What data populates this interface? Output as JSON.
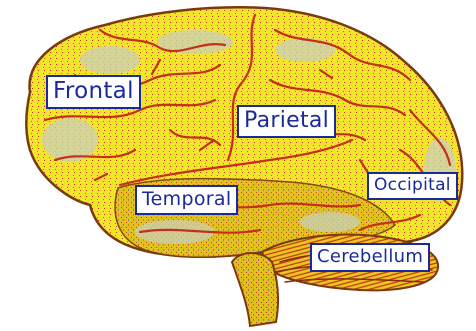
{
  "labels": {
    "frontal": "Frontal",
    "parietal": "Parietal",
    "temporal": "Temporal",
    "occipital": "Occipital",
    "cerebellum": "Cerebellum"
  },
  "colors": {
    "cortex_yellow": "#f2e62a",
    "gyri_shadow": "#c9b21a",
    "sulci_red": "#c4301a",
    "outline_brown": "#7a3a10",
    "highlight_grey": "#c8d0b8",
    "label_blue": "#1a2a9a"
  }
}
